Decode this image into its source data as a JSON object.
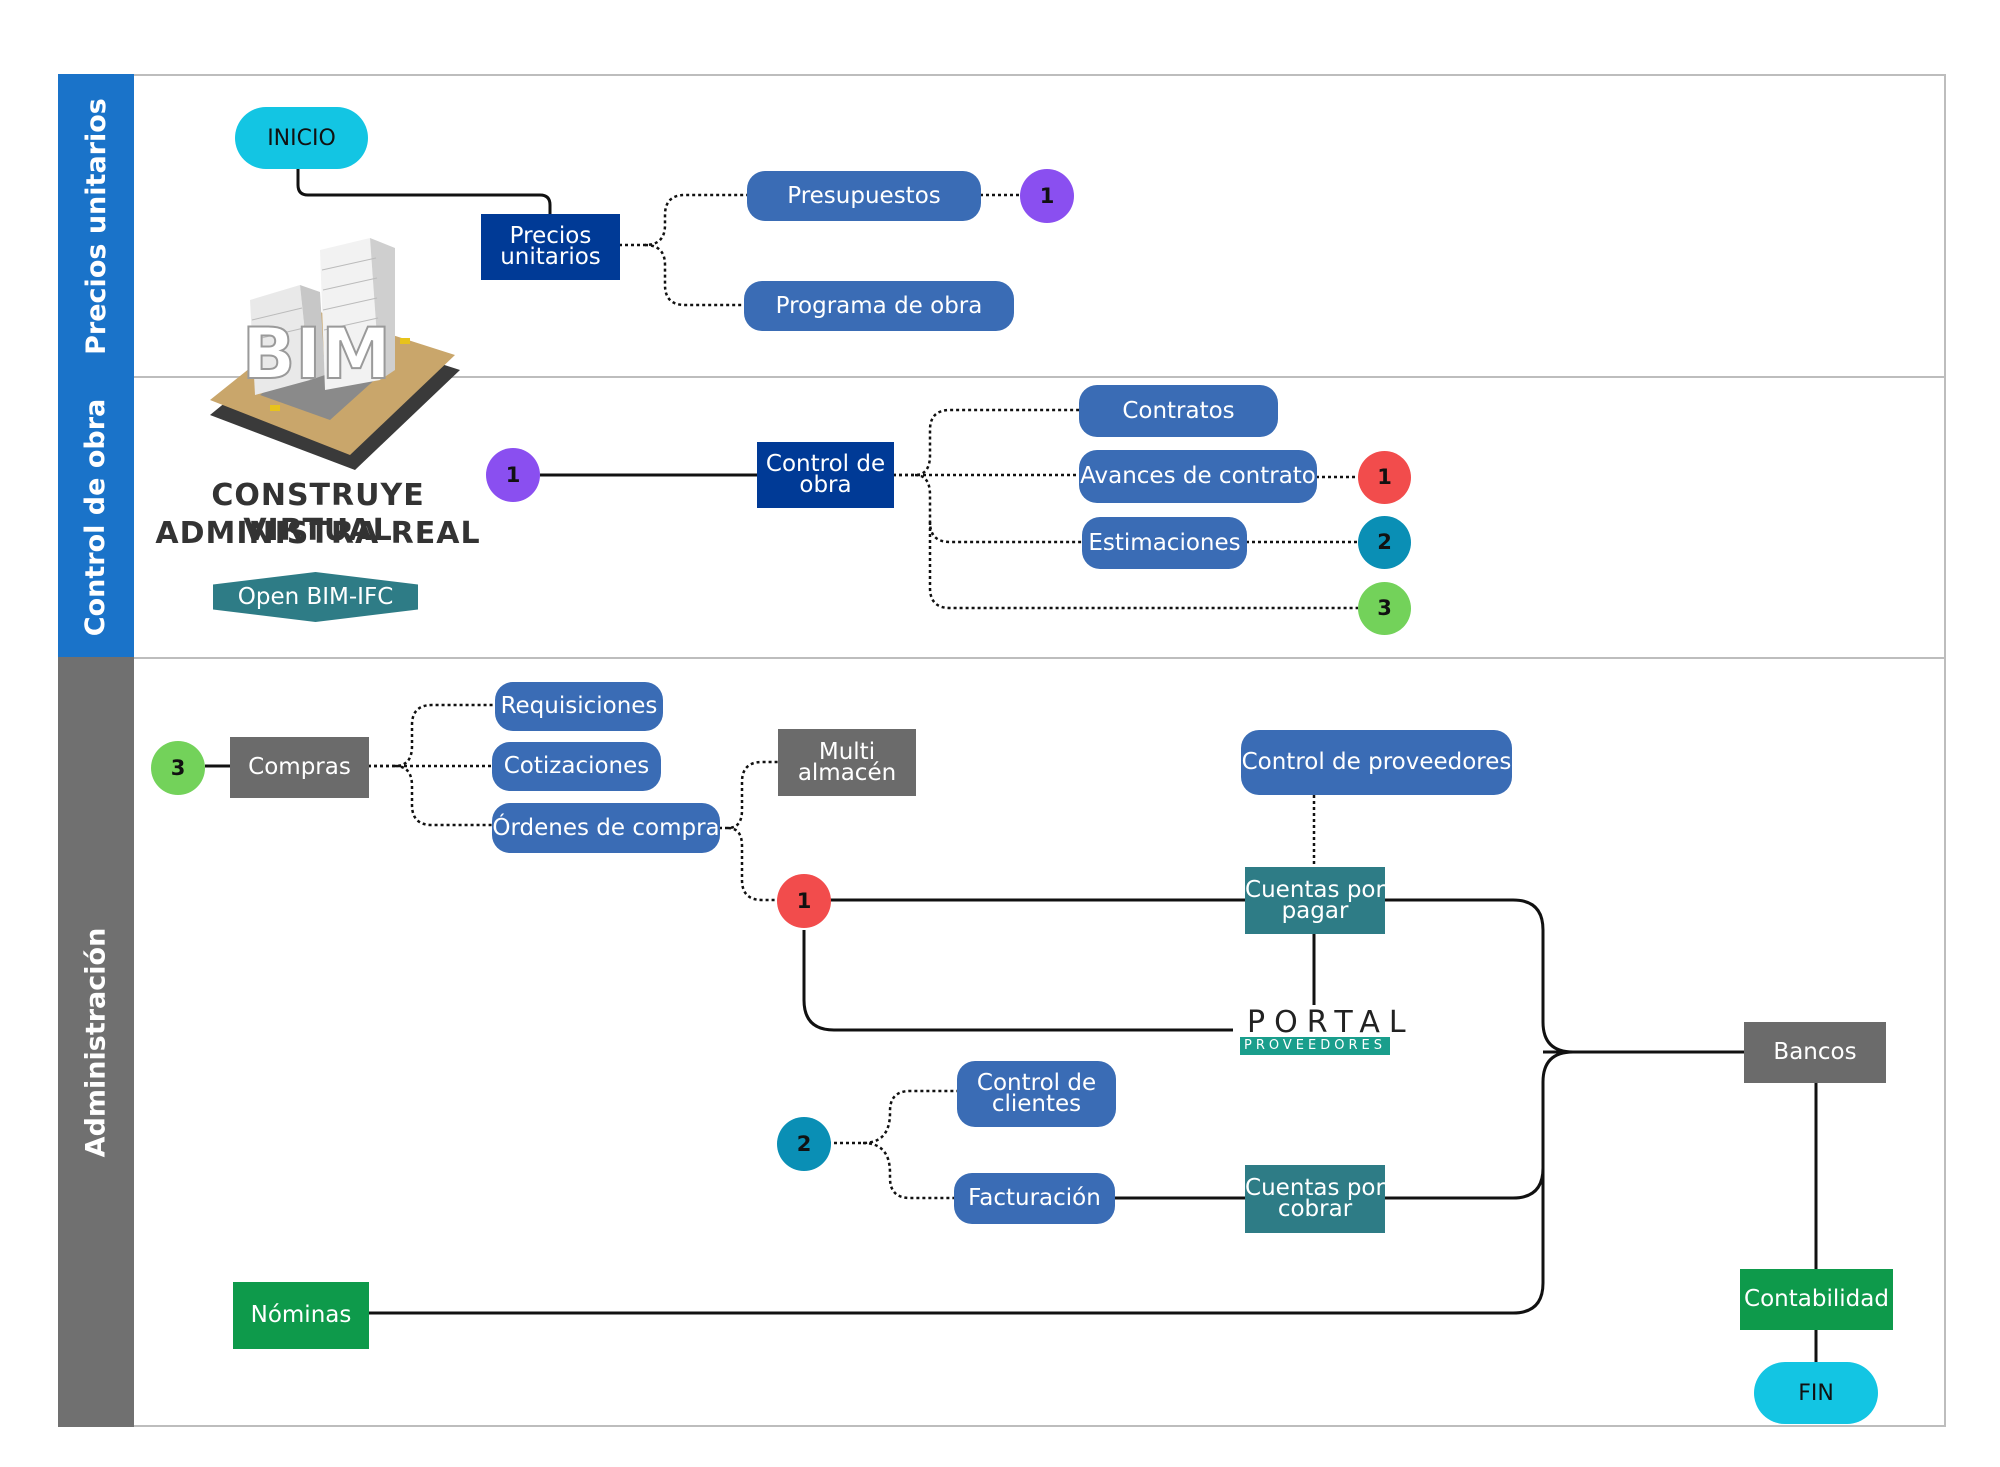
{
  "colors": {
    "lane_blue": "#1a73c9",
    "lane_gray": "#707070",
    "navy": "#003a96",
    "steel_blue": "#3a6cb5",
    "teal": "#2e7c86",
    "gray_box": "#6b6b6b",
    "green_box": "#0e9a4b",
    "cyan_pill": "#13c5e3",
    "purple": "#8a4ff0",
    "red": "#f24c4c",
    "teal_circle": "#0a8fb5",
    "light_green": "#73d25a"
  },
  "lanes": [
    {
      "id": "precios",
      "label": "Precios unitarios"
    },
    {
      "id": "control",
      "label": "Control de obra"
    },
    {
      "id": "admin",
      "label": "Administración"
    }
  ],
  "logo": {
    "bim_text": "BIM",
    "tagline_1": "CONSTRUYE VIRTUAL",
    "tagline_2": "ADMINISTRA REAL",
    "open_bim": "Open BIM-IFC"
  },
  "nodes": {
    "inicio": "INICIO",
    "precios_unitarios": "Precios unitarios",
    "presupuestos": "Presupuestos",
    "programa_obra": "Programa de obra",
    "c1_top": "1",
    "c1_control": "1",
    "control_obra": "Control de obra",
    "contratos": "Contratos",
    "avances_contrato": "Avances de contrato",
    "estimaciones": "Estimaciones",
    "c1_red_control": "1",
    "c2_control": "2",
    "c3_control": "3",
    "c3_admin": "3",
    "compras": "Compras",
    "requisiciones": "Requisiciones",
    "cotizaciones": "Cotizaciones",
    "ordenes_compra": "Órdenes de compra",
    "multi_almacen": "Multi almacén",
    "c1_red_admin": "1",
    "control_proveedores": "Control de proveedores",
    "cuentas_pagar": "Cuentas por pagar",
    "portal": "PORTAL",
    "proveedores": "PROVEEDORES",
    "c2_admin": "2",
    "control_clientes": "Control de clientes",
    "facturacion": "Facturación",
    "cuentas_cobrar": "Cuentas por cobrar",
    "nominas": "Nóminas",
    "bancos": "Bancos",
    "contabilidad": "Contabilidad",
    "fin": "FIN"
  }
}
